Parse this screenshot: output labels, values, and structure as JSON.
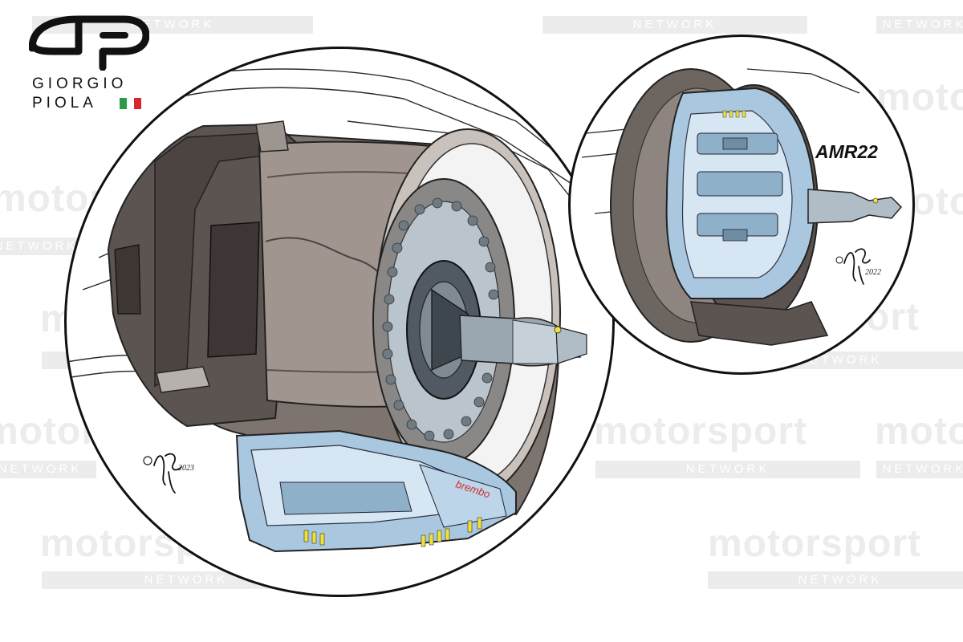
{
  "watermark": {
    "word": "motorsport",
    "subtitle": "NETWORK"
  },
  "logo": {
    "icon": "gp-monogram-icon",
    "first_name": "GIORGIO",
    "last_name": "PIOLA",
    "flag_icon": "italy-flag-icon",
    "flag_colors": [
      "#2e9a47",
      "#ffffff",
      "#d8262e"
    ]
  },
  "main_illustration": {
    "subject": "front-brake-drum-assembly",
    "brand_mark": "brembo",
    "signature_year": "2023"
  },
  "inset_illustration": {
    "label": "AMR22",
    "subject": "brake-caliper-assembly",
    "signature_year": "2022"
  },
  "colors": {
    "circle_border": "#111111",
    "carbon_dark": "#5c5450",
    "carbon_mid": "#9b928c",
    "carbon_light": "#c9c1bb",
    "caliper_blue": "#a9c8e0",
    "caliper_light": "#d6e6f2",
    "accent_yellow": "#f0e13a",
    "brand_red": "#d12e2e"
  }
}
